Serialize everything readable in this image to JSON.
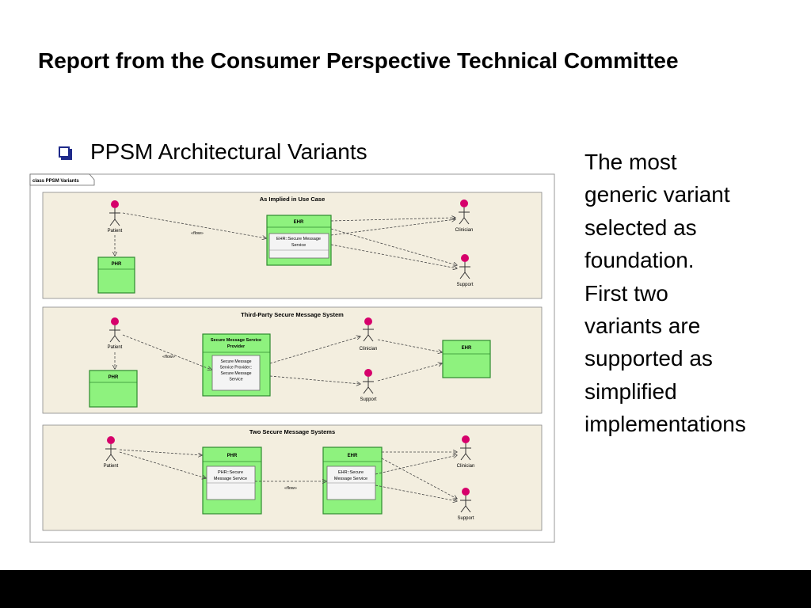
{
  "slide": {
    "title": "Report from the Consumer Perspective Technical Committee",
    "bullet": "PPSM Architectural Variants",
    "side_text": "The most\ngeneric variant\nselected as\nfoundation.\nFirst two\nvariants are\nsupported as\nsimplified\nimplementations"
  },
  "diagram": {
    "frame_label": "class PPSM Variants",
    "flow_label": "«flow»",
    "panel1": {
      "title": "As Implied in Use Case",
      "patient": "Patient",
      "phr": "PHR",
      "ehr": "EHR",
      "ehr_service": "EHR::Secure Message Service",
      "clinician": "Clinician",
      "support": "Support"
    },
    "panel2": {
      "title": "Third-Party Secure Message System",
      "patient": "Patient",
      "phr": "PHR",
      "sms": "Secure Message Service Provider",
      "sms_service": "Secure Message Service Provider:: Secure Message Service",
      "clinician": "Clinician",
      "support": "Support",
      "ehr": "EHR"
    },
    "panel3": {
      "title": "Two Secure Message Systems",
      "patient": "Patient",
      "phr": "PHR",
      "phr_service": "PHR::Secure Message Service",
      "ehr": "EHR",
      "ehr_service": "EHR::Secure Message Service",
      "clinician": "Clinician",
      "support": "Support"
    }
  },
  "colors": {
    "bullet": "#1f2a8a",
    "panel_fill": "#f3eedf",
    "node_fill": "#8ef27e",
    "node_border": "#2f8a2f",
    "actor_head": "#d6006b"
  }
}
